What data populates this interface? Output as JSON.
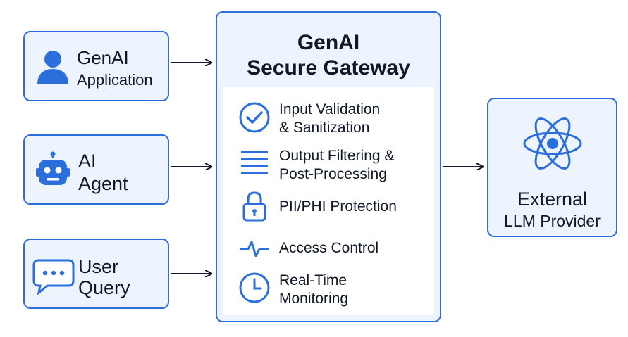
{
  "sources": [
    {
      "line1": "GenAI",
      "line2": "Application",
      "icon": "user-icon"
    },
    {
      "line1": "AI",
      "line2": "Agent",
      "icon": "robot-icon"
    },
    {
      "line1": "User",
      "line2": "Query",
      "icon": "chat-bubble-icon"
    }
  ],
  "gateway": {
    "title_line1": "GenAI",
    "title_line2": "Secure Gateway",
    "features": [
      {
        "line1": "Input Validation",
        "line2": "& Sanitization",
        "icon": "check-circle-icon"
      },
      {
        "line1": "Output Filtering &",
        "line2": "Post-Processing",
        "icon": "lines-icon"
      },
      {
        "line1": "PII/PHI Protection",
        "line2": "",
        "icon": "lock-icon"
      },
      {
        "line1": "Access Control",
        "line2": "",
        "icon": "pulse-icon"
      },
      {
        "line1": "Real-Time",
        "line2": "Monitoring",
        "icon": "clock-icon"
      }
    ]
  },
  "provider": {
    "line1": "External",
    "line2": "LLM Provider",
    "icon": "atom-icon"
  },
  "colors": {
    "accent": "#2a6fdb",
    "box_fill": "#eef4fd",
    "text": "#111827"
  }
}
